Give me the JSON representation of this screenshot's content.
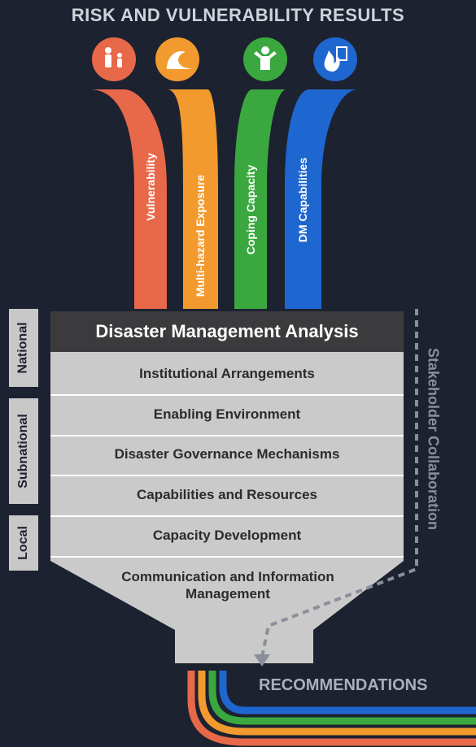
{
  "title": "RISK AND VULNERABILITY RESULTS",
  "streams": [
    {
      "label": "Vulnerability",
      "color": "#e8684a",
      "icon": "family-icon"
    },
    {
      "label": "Multi-hazard Exposure",
      "color": "#f29a2e",
      "icon": "wave-icon"
    },
    {
      "label": "Coping Capacity",
      "color": "#3aa83e",
      "icon": "person-icon"
    },
    {
      "label": "DM Capabilities",
      "color": "#1e66d0",
      "icon": "fire-document-icon"
    }
  ],
  "funnel": {
    "header": "Disaster Management Analysis",
    "rows": [
      "Institutional Arrangements",
      "Enabling Environment",
      "Disaster Governance Mechanisms",
      "Capabilities and Resources",
      "Capacity Development",
      "Communication and Information Management"
    ]
  },
  "levels": [
    "National",
    "Subnational",
    "Local"
  ],
  "side_label": "Stakeholder Collaboration",
  "output_label": "RECOMMENDATIONS"
}
